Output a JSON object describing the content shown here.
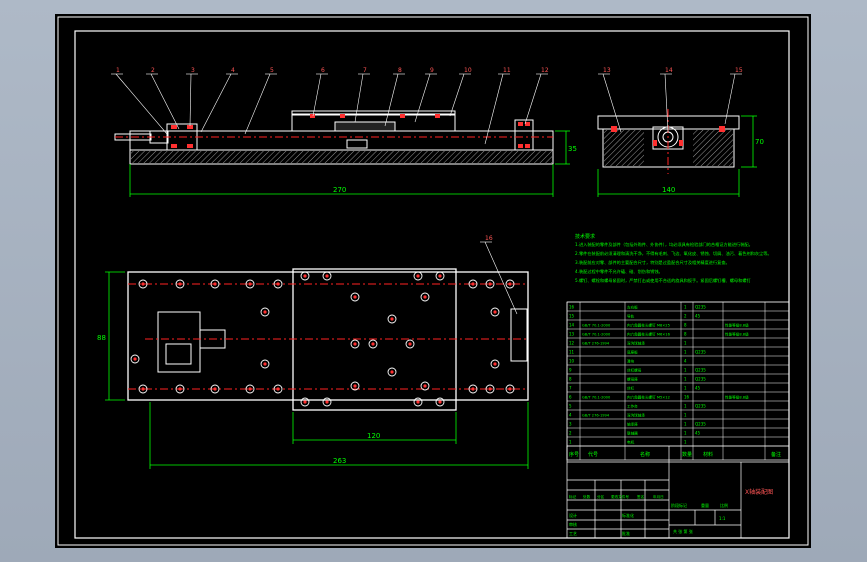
{
  "drawing": {
    "balloons": [
      "1",
      "2",
      "3",
      "4",
      "5",
      "6",
      "7",
      "8",
      "9",
      "10",
      "11",
      "12",
      "13",
      "14",
      "15",
      "16"
    ],
    "dims": {
      "front_length": "270",
      "front_height": "35",
      "side_width": "140",
      "side_height": "70",
      "top_height": "88",
      "top_carriage": "120",
      "top_total": "263"
    },
    "colors": {
      "paper": "#000000",
      "border": "#ffffff",
      "dimension": "#00ff00",
      "centerline": "#ff2222",
      "balloon": "#ff5555",
      "part": "#ffffff",
      "hatch": "#cccccc"
    }
  },
  "notes": {
    "title": "技术要求",
    "lines": [
      "1.进入装配的零件及部件（包括外购件、外协件），均必须具有检验部门的合格证方能进行装配。",
      "2.零件在装配前必须清理和清洗干净，不得有毛刺、飞边、氧化皮、锈蚀、切屑、油污、着色剂和灰尘等。",
      "3.装配前应对零、部件的主要配合尺寸，特别是过盈配合尺寸及相关精度进行复查。",
      "4.装配过程中零件不允许磕、碰、划伤和锈蚀。",
      "5.螺钉、螺栓和螺母紧固时，严禁打击或使用不合适的旋具和扳手。紧固后螺钉槽、螺母和螺钉"
    ]
  },
  "bom": {
    "rows": [
      {
        "no": "16",
        "code": "",
        "name": "左右板",
        "qty": "1",
        "mat": "Q235",
        "note": ""
      },
      {
        "no": "15",
        "code": "",
        "name": "导轨",
        "qty": "2",
        "mat": "45",
        "note": ""
      },
      {
        "no": "14",
        "code": "GB/T 70.1-2000",
        "name": "内六角圆柱头螺钉 M8×25",
        "qty": "8",
        "mat": "",
        "note": "性能等级8.8级"
      },
      {
        "no": "13",
        "code": "GB/T 70.1-2000",
        "name": "内六角圆柱头螺钉 M6×16",
        "qty": "8",
        "mat": "",
        "note": "性能等级8.8级"
      },
      {
        "no": "12",
        "code": "GB/T 276-1994",
        "name": "深沟球轴承",
        "qty": "1",
        "mat": "",
        "note": ""
      },
      {
        "no": "11",
        "code": "",
        "name": "底座板",
        "qty": "1",
        "mat": "Q235",
        "note": ""
      },
      {
        "no": "10",
        "code": "",
        "name": "滑块",
        "qty": "4",
        "mat": "",
        "note": ""
      },
      {
        "no": "9",
        "code": "",
        "name": "丝杠螺母",
        "qty": "1",
        "mat": "Q235",
        "note": ""
      },
      {
        "no": "8",
        "code": "",
        "name": "螺母座",
        "qty": "1",
        "mat": "Q235",
        "note": ""
      },
      {
        "no": "7",
        "code": "",
        "name": "丝杠",
        "qty": "1",
        "mat": "45",
        "note": ""
      },
      {
        "no": "6",
        "code": "GB/T 70.1-2000",
        "name": "内六角圆柱头螺钉 M5×12",
        "qty": "16",
        "mat": "",
        "note": "性能等级8.8级"
      },
      {
        "no": "5",
        "code": "",
        "name": "工作台",
        "qty": "1",
        "mat": "Q235",
        "note": ""
      },
      {
        "no": "4",
        "code": "GB/T 276-1994",
        "name": "深沟球轴承",
        "qty": "1",
        "mat": "",
        "note": ""
      },
      {
        "no": "3",
        "code": "",
        "name": "轴承座",
        "qty": "1",
        "mat": "Q235",
        "note": ""
      },
      {
        "no": "2",
        "code": "",
        "name": "联轴器",
        "qty": "1",
        "mat": "45",
        "note": ""
      },
      {
        "no": "1",
        "code": "",
        "name": "电机",
        "qty": "1",
        "mat": "",
        "note": ""
      }
    ],
    "header": {
      "no": "序号",
      "code": "代号",
      "name": "名称",
      "qty": "数量",
      "mat": "材料",
      "note": "备注"
    }
  },
  "title_block": {
    "drawing_name": "X轴装配图",
    "labels": [
      "标记",
      "处数",
      "分区",
      "更改文件号",
      "签名",
      "年月日"
    ],
    "stage": "阶段标记",
    "weight": "重量",
    "scale": "比例",
    "scale_value": "1:1",
    "sheet": "共 张 第 张",
    "design": "设计",
    "standard": "标准化",
    "review": "审核",
    "process": "工艺",
    "approve": "批准"
  }
}
